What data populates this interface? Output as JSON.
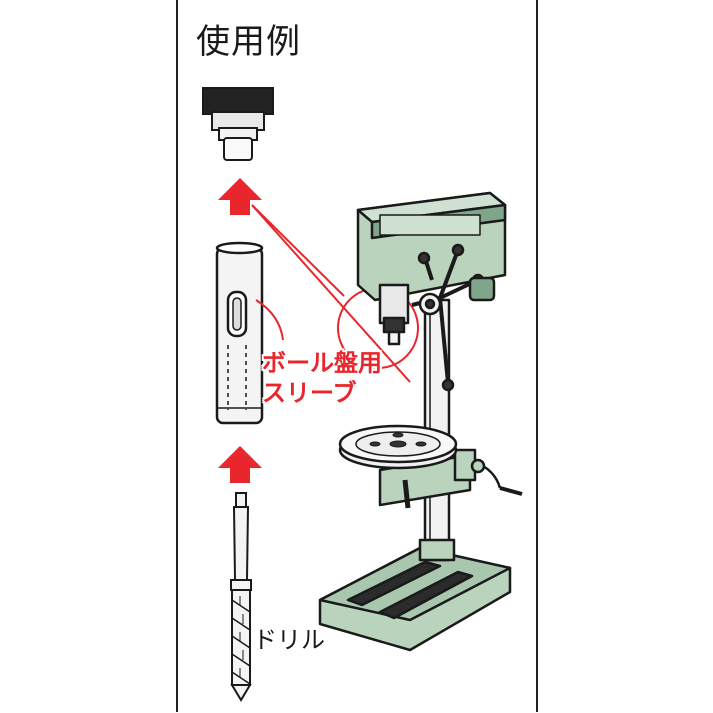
{
  "title": "使用例",
  "sleeve_label_line1": "ボール盤用",
  "sleeve_label_line2": "スリーブ",
  "drill_label": "ドリル",
  "colors": {
    "accent_red": "#e8262b",
    "machine_green": "#b9d3bd",
    "machine_dark_green": "#7fa68a",
    "outline": "#1a1a1a"
  }
}
